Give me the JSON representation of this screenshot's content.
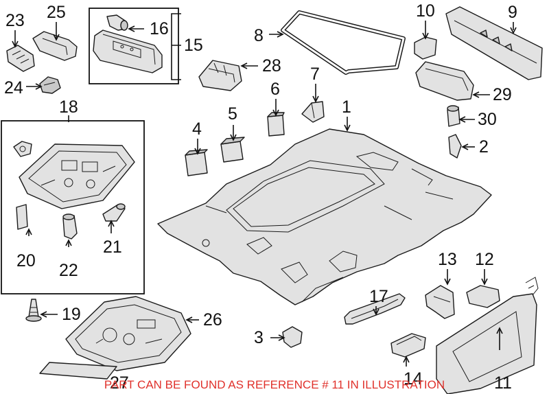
{
  "callouts": {
    "c1": "1",
    "c2": "2",
    "c3": "3",
    "c4": "4",
    "c5": "5",
    "c6": "6",
    "c7": "7",
    "c8": "8",
    "c9": "9",
    "c10": "10",
    "c11": "11",
    "c12": "12",
    "c13": "13",
    "c14": "14",
    "c15": "15",
    "c16": "16",
    "c17": "17",
    "c18": "18",
    "c19": "19",
    "c20": "20",
    "c21": "21",
    "c22": "22",
    "c23": "23",
    "c24": "24",
    "c25": "25",
    "c26": "26",
    "c27": "27",
    "c28": "28",
    "c29": "29",
    "c30": "30"
  },
  "notice": {
    "text": "PART CAN BE FOUND AS REFERENCE # 11 IN ILLUSTRATION",
    "color": "#e0312b"
  }
}
